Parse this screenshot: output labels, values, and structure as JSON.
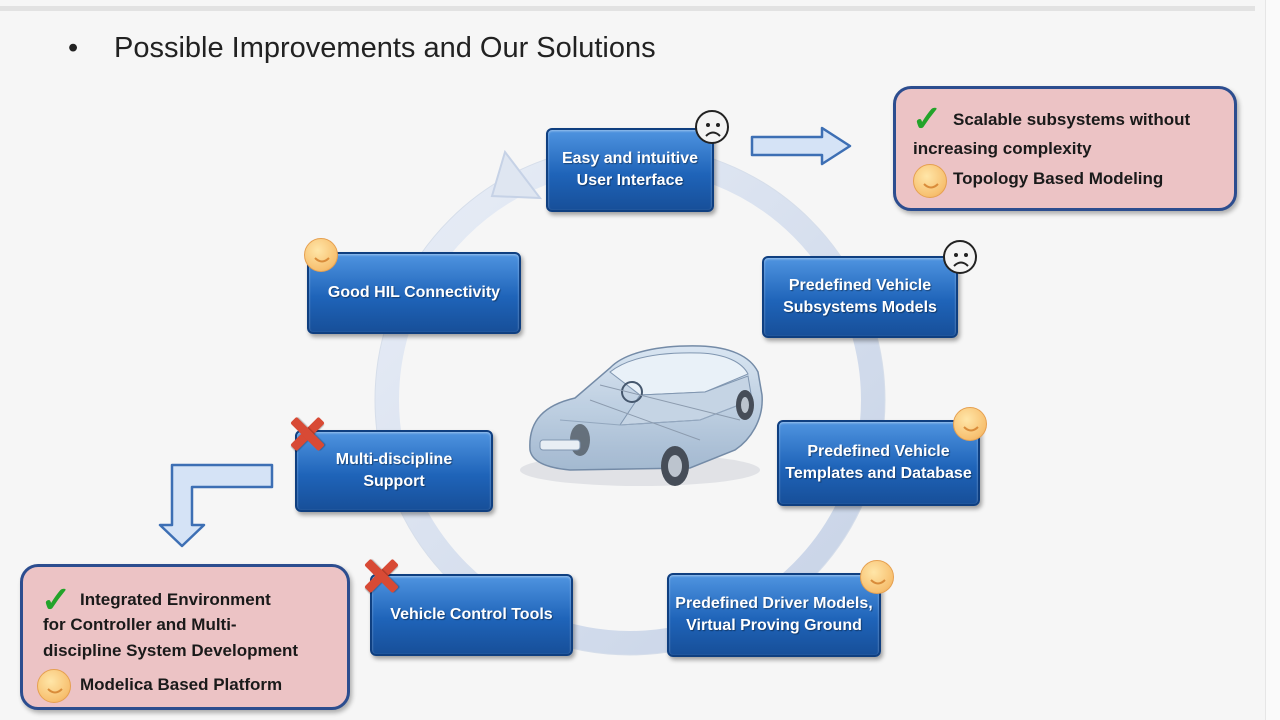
{
  "heading": {
    "bullet": "•",
    "text": "Possible Improvements and Our Solutions"
  },
  "nodes": {
    "ui": "Easy and intuitive User Interface",
    "subsystems": "Predefined Vehicle Subsystems Models",
    "templates": "Predefined Vehicle Templates and Database",
    "driver": "Predefined Driver Models, Virtual Proving Ground",
    "control": "Vehicle Control Tools",
    "multi": "Multi-discipline Support",
    "hil": "Good HIL Connectivity"
  },
  "callout_top": {
    "check": "✓",
    "line1": "Scalable subsystems without",
    "line2": "increasing complexity",
    "line3": "Topology Based Modeling"
  },
  "callout_bottom": {
    "check": "✓",
    "line1": "Integrated Environment",
    "line2": "for Controller and Multi-",
    "line3": "discipline System Development",
    "line4": "Modelica Based Platform"
  },
  "colors": {
    "node_blue": "#1f64b9",
    "callout_fill": "#ecc3c5",
    "callout_border": "#2c4d8f",
    "check_green": "#23a32a",
    "cross_red": "#d84a35"
  },
  "icons": [
    "sad-face-icon",
    "smiley-face-icon",
    "cross-icon",
    "check-icon",
    "car-image",
    "right-arrow-icon",
    "down-arrow-icon"
  ]
}
